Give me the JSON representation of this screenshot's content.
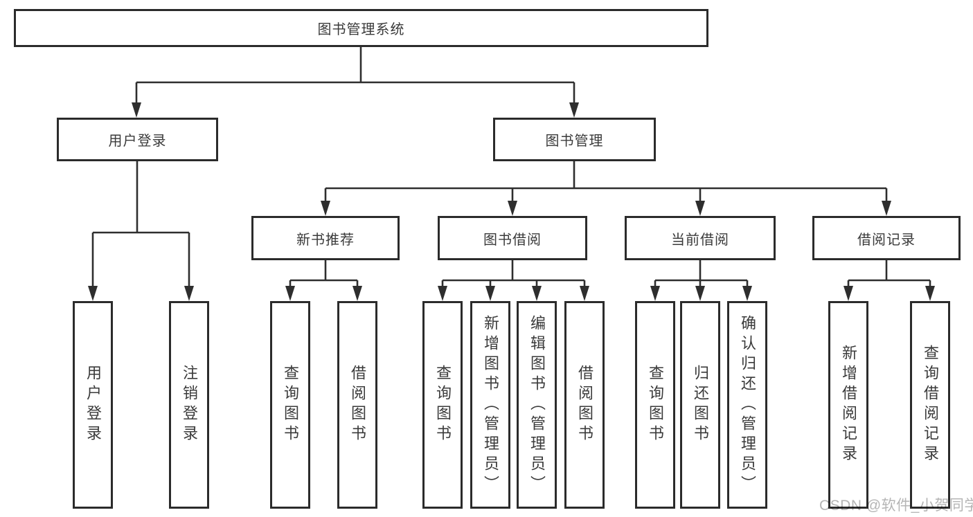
{
  "diagram_type": "hierarchy-flowchart",
  "colors": {
    "line": "#2e2e2e",
    "border": "#2b2b2b",
    "text": "#3a3a3a",
    "watermark": "#b5b5b5",
    "background": "#ffffff"
  },
  "tree": {
    "root": {
      "label": "图书管理系统"
    },
    "branches": [
      {
        "label": "用户登录",
        "leaves": [
          "用户登录",
          "注销登录"
        ]
      },
      {
        "label": "图书管理",
        "children": [
          {
            "label": "新书推荐",
            "leaves": [
              "查询图书",
              "借阅图书"
            ]
          },
          {
            "label": "图书借阅",
            "leaves": [
              "查询图书",
              "新增图书（管理员）",
              "编辑图书（管理员）",
              "借阅图书"
            ]
          },
          {
            "label": "当前借阅",
            "leaves": [
              "查询图书",
              "归还图书",
              "确认归还（管理员）"
            ]
          },
          {
            "label": "借阅记录",
            "leaves": [
              "新增借阅记录",
              "查询借阅记录"
            ]
          }
        ]
      }
    ]
  },
  "watermark": {
    "text": "CSDN @软件_小贺同学"
  }
}
